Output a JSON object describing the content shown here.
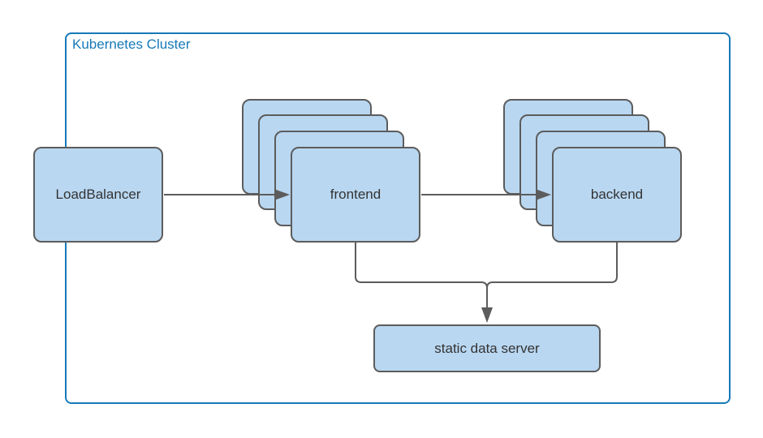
{
  "diagram": {
    "cluster": {
      "label": "Kubernetes Cluster"
    },
    "nodes": {
      "loadbalancer": {
        "label": "LoadBalancer"
      },
      "frontend": {
        "label": "frontend",
        "replicas_shown": 4
      },
      "backend": {
        "label": "backend",
        "replicas_shown": 4
      },
      "static_data_server": {
        "label": "static data server"
      }
    },
    "edges": [
      {
        "from": "loadbalancer",
        "to": "frontend",
        "arrow": "right"
      },
      {
        "from": "frontend",
        "to": "backend",
        "arrow": "right"
      },
      {
        "from": "frontend",
        "to": "static_data_server",
        "arrow": "down",
        "merged": true
      },
      {
        "from": "backend",
        "to": "static_data_server",
        "arrow": "down",
        "merged": true
      }
    ],
    "colors": {
      "node_fill": "#b9d7f1",
      "node_border": "#5c5c5c",
      "connector": "#5c5c5c",
      "cluster_border": "#1779b8",
      "cluster_label_text": "#1779b8",
      "node_label_text": "#333333",
      "background": "#ffffff"
    }
  }
}
